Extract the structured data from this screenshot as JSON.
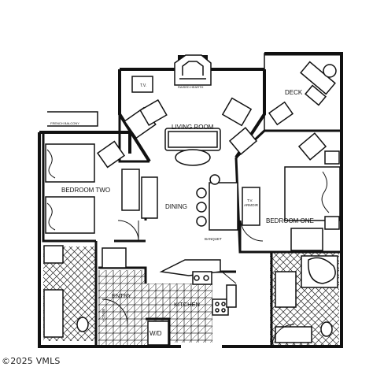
{
  "rooms": {
    "living_room": "LIVING ROOM",
    "deck": "DECK",
    "bedroom_two": "BEDROOM TWO",
    "dining": "DINING",
    "bedroom_one": "BEDROOM ONE",
    "entry": "ENTRY",
    "kitchen": "KITCHEN",
    "wd": "W/D"
  },
  "labels": {
    "tv_living": "T.V.",
    "raised_hearth": "RAISED HEARTH",
    "french_balcony": "FRENCH BALCONY",
    "banquet": "BANQUET",
    "tv_armoir_1": "T.V.",
    "tv_armoir_2": "ARMOIR",
    "bench": "BENCH"
  },
  "copyright": "©2025 VMLS"
}
